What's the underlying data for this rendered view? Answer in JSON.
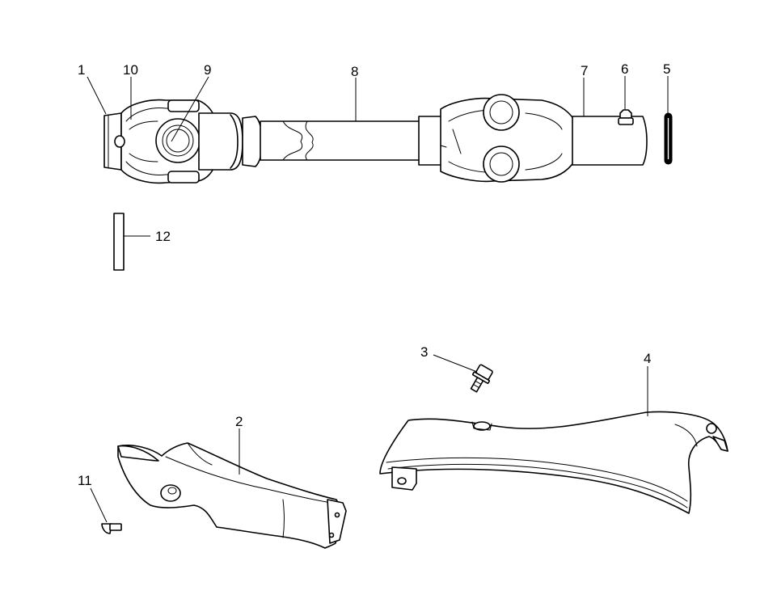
{
  "callouts": [
    {
      "id": "1",
      "label": "1"
    },
    {
      "id": "10",
      "label": "10"
    },
    {
      "id": "9",
      "label": "9"
    },
    {
      "id": "8",
      "label": "8"
    },
    {
      "id": "7",
      "label": "7"
    },
    {
      "id": "6",
      "label": "6"
    },
    {
      "id": "5",
      "label": "5"
    },
    {
      "id": "12",
      "label": "12"
    },
    {
      "id": "3",
      "label": "3"
    },
    {
      "id": "4",
      "label": "4"
    },
    {
      "id": "2",
      "label": "2"
    },
    {
      "id": "11",
      "label": "11"
    }
  ],
  "colors": {
    "line": "#000000",
    "background": "#ffffff",
    "shade": "#efefef"
  }
}
